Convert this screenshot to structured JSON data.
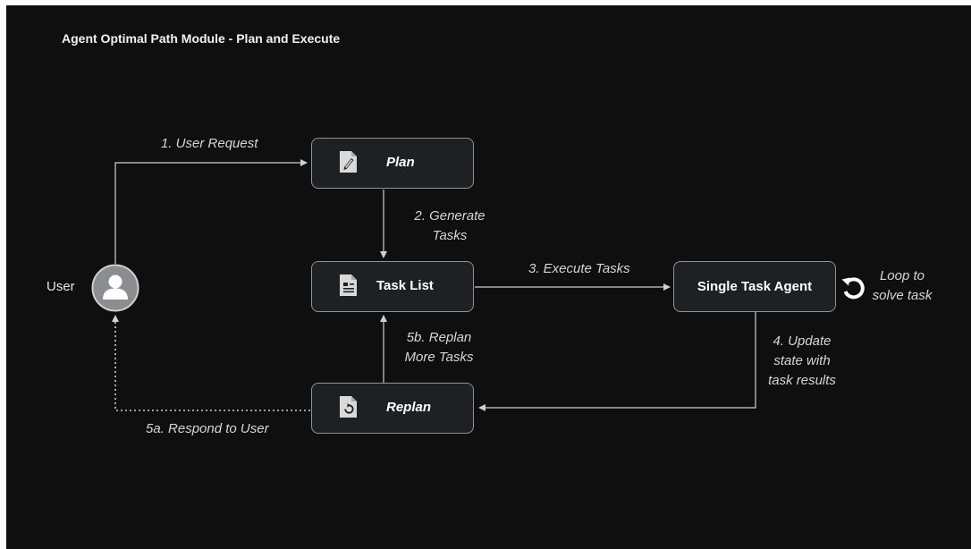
{
  "title": "Agent Optimal Path Module - Plan and Execute",
  "nodes": {
    "plan": "Plan",
    "task_list": "Task List",
    "single_task_agent": "Single Task Agent",
    "replan": "Replan"
  },
  "actor": {
    "user": "User",
    "avatar_icon": "user-avatar-icon"
  },
  "edges": {
    "user_request": "1. User Request",
    "generate_line1": "2. Generate",
    "generate_line2": "Tasks",
    "execute_tasks": "3. Execute Tasks",
    "update_line1": "4. Update",
    "update_line2": "state with",
    "update_line3": "task results",
    "replan_line1": "5b. Replan",
    "replan_line2": "More Tasks",
    "respond_to_user": "5a. Respond to User",
    "loop_line1": "Loop to",
    "loop_line2": "solve task"
  },
  "icons": {
    "plan": "edit-document-icon",
    "task_list": "list-document-icon",
    "replan": "refresh-document-icon",
    "loop": "loop-arrow-icon"
  },
  "colors": {
    "background": "#0f0f0f",
    "node_fill": "#1d2124",
    "node_border": "#8f9396",
    "wire": "#cfcfcf"
  }
}
